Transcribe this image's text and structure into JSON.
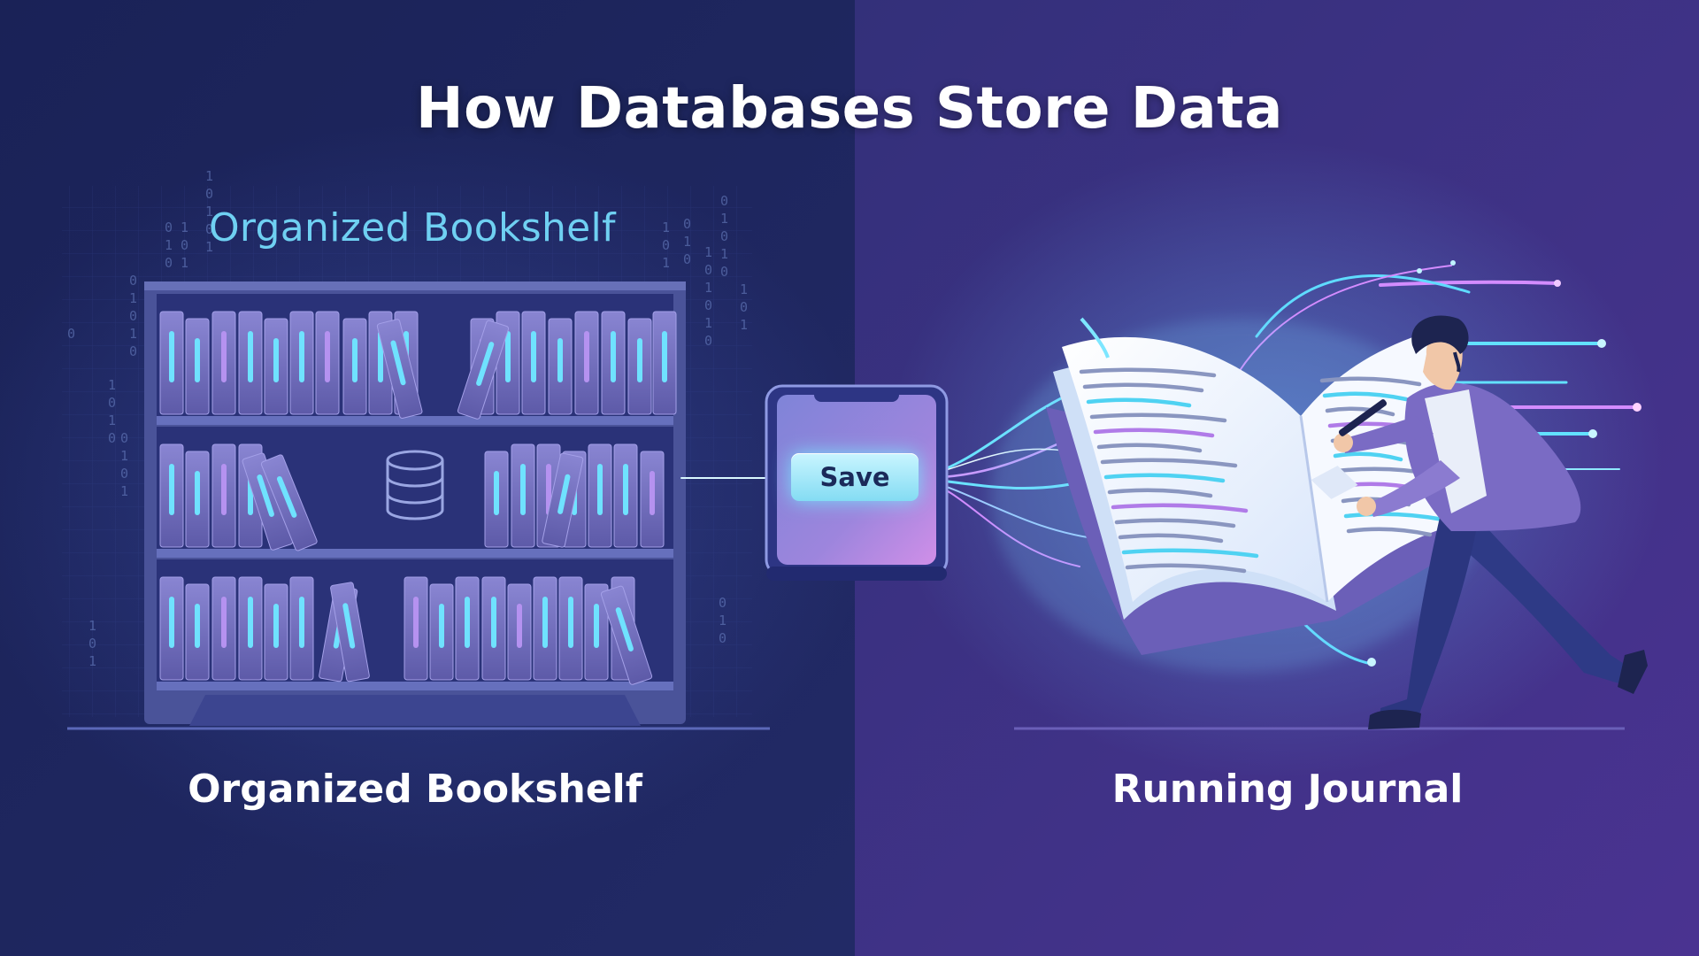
{
  "title": "How Databases Store Data",
  "bookshelf": {
    "heading": "Organized Bookshelf",
    "caption": "Organized Bookshelf"
  },
  "journal": {
    "caption": "Running Journal"
  },
  "save_button": {
    "label": "Save"
  },
  "binary_digits": [
    "1",
    "0"
  ],
  "icons": [
    "database-icon",
    "phone-icon",
    "open-book-icon",
    "pen-icon",
    "writer-figure"
  ],
  "colors": {
    "left_background": "#1c2257",
    "right_background": "#3f2f86",
    "heading_cyan": "#6fd0f2",
    "book_purple": "#7d78c8",
    "glow_cyan": "#5fe0ff",
    "glow_pink": "#d58cff"
  }
}
